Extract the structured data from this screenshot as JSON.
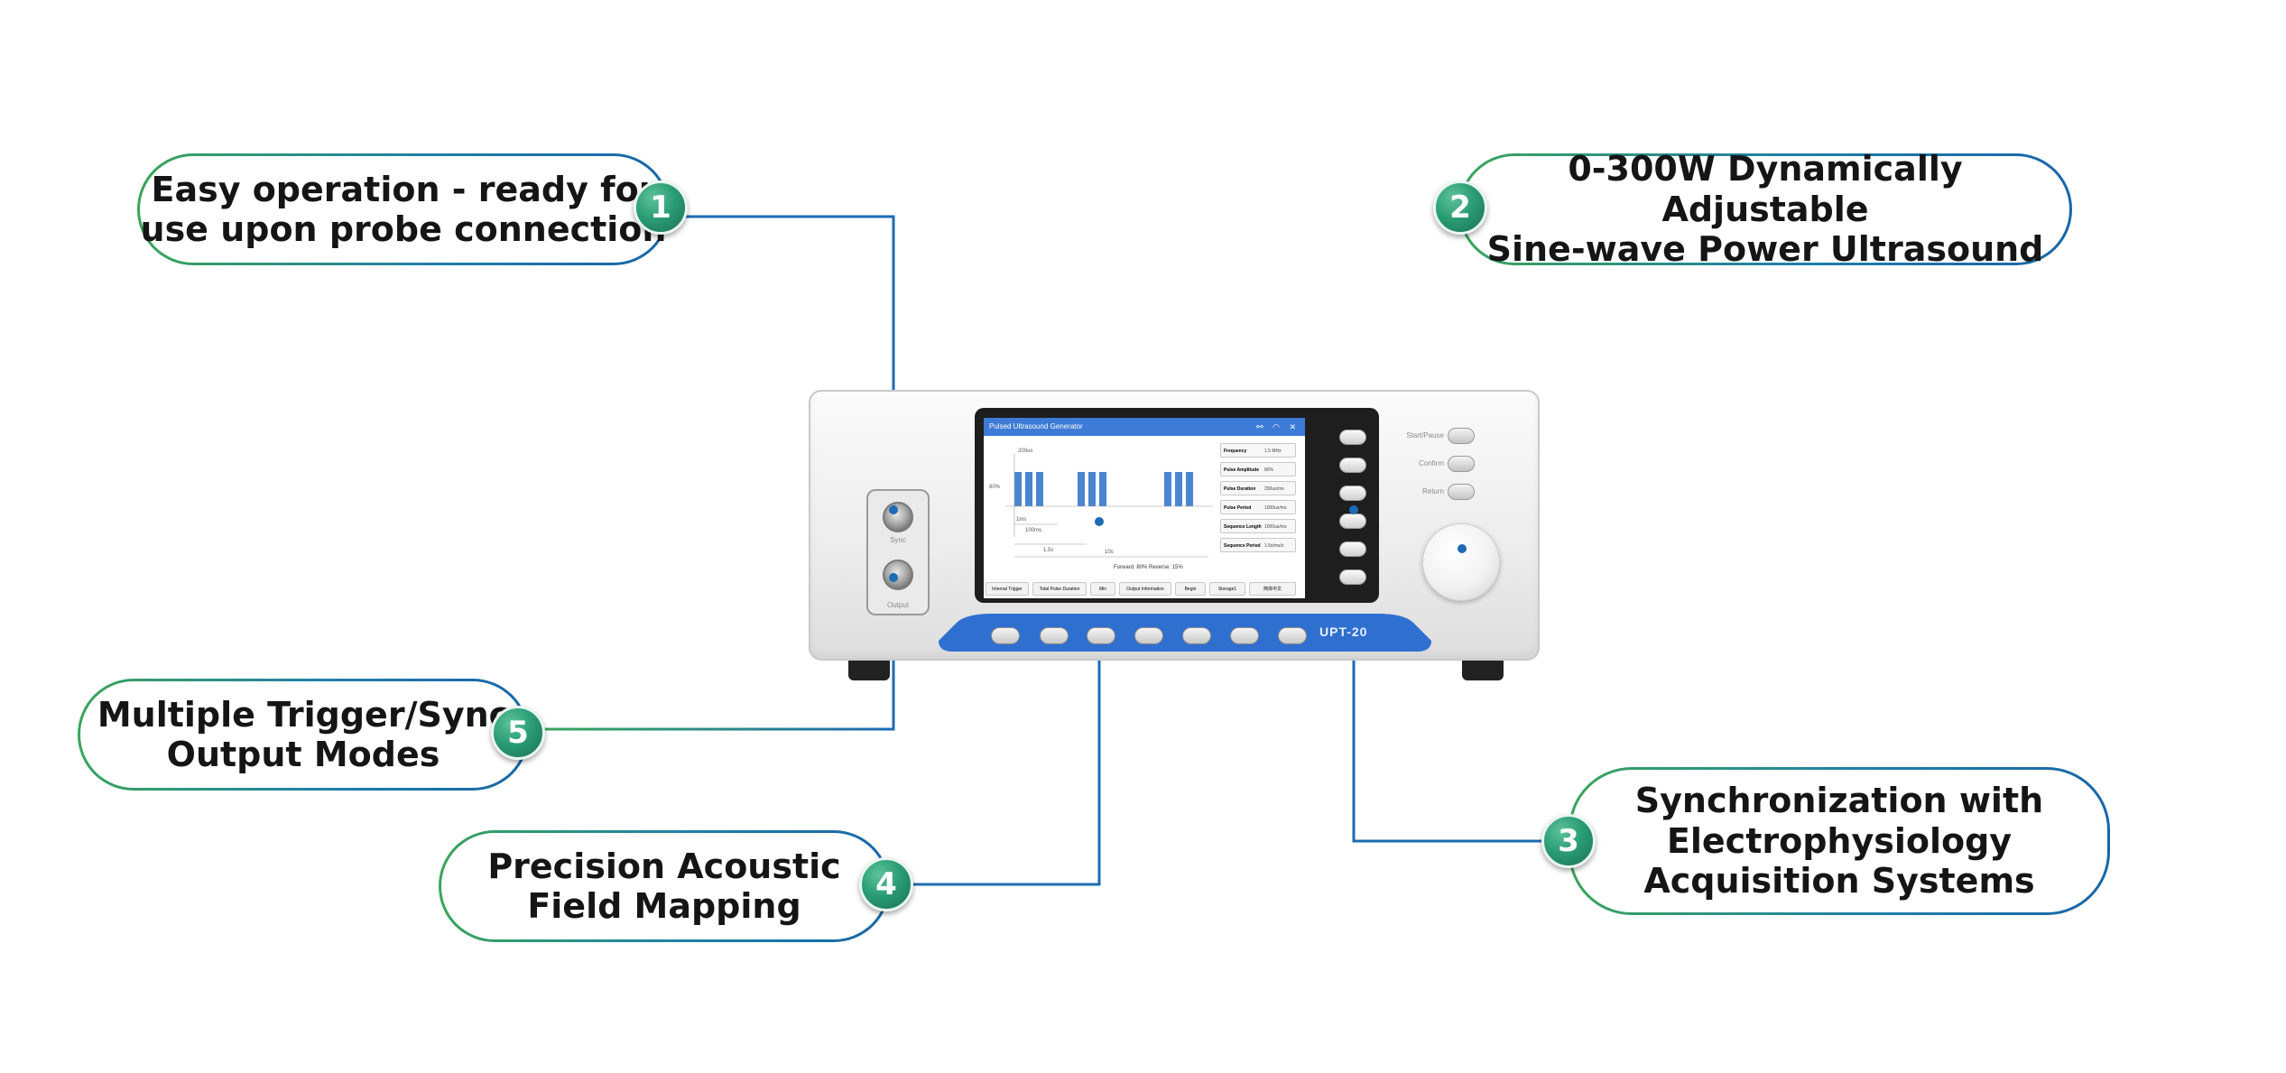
{
  "callouts": [
    {
      "number": "1",
      "text": "Easy operation - ready for\nuse upon probe connection"
    },
    {
      "number": "2",
      "text": "0-300W Dynamically Adjustable\nSine-wave Power Ultrasound"
    },
    {
      "number": "3",
      "text": "Synchronization with\nElectrophysiology\nAcquisition Systems"
    },
    {
      "number": "4",
      "text": "Precision Acoustic\nField Mapping"
    },
    {
      "number": "5",
      "text": "Multiple Trigger/Sync\nOutput Modes"
    }
  ],
  "device": {
    "brand": "UPT-20",
    "port_labels": [
      "Sync",
      "Output"
    ],
    "side_button_labels": [
      "Start/Pause",
      "Confirm",
      "Return"
    ],
    "screen": {
      "title": "Pulsed Ultrasound Generator",
      "title_icons": "⚯ ◠ ✕",
      "waveform_labels": [
        "200us",
        "80%",
        "1ms",
        "100ms",
        "1.5s",
        "10s"
      ],
      "direction_text": "Forward: 80%   Reverse: 15%",
      "params": [
        {
          "label": "Frequency",
          "value": "1.5 MHz"
        },
        {
          "label": "Pulse Amplitude",
          "value": "80%"
        },
        {
          "label": "Pulse Duration",
          "value": "200us/ms"
        },
        {
          "label": "Pulse Period",
          "value": "1000us/ms"
        },
        {
          "label": "Sequence Length",
          "value": "1000us/ms"
        },
        {
          "label": "Sequence Period",
          "value": "1.5s/ms/s"
        }
      ],
      "bottom_buttons": [
        "Internal Trigger",
        "Total Pulse Duration",
        "Min",
        "Output Information",
        "Begin",
        "Storage1",
        "简体中文"
      ]
    }
  },
  "colors": {
    "accent_blue": "#1d6bb3",
    "accent_green": "#3aa55a",
    "badge_green": "#2a9d74",
    "screen_title": "#3d7bd6",
    "band_blue": "#2f6fd0"
  }
}
